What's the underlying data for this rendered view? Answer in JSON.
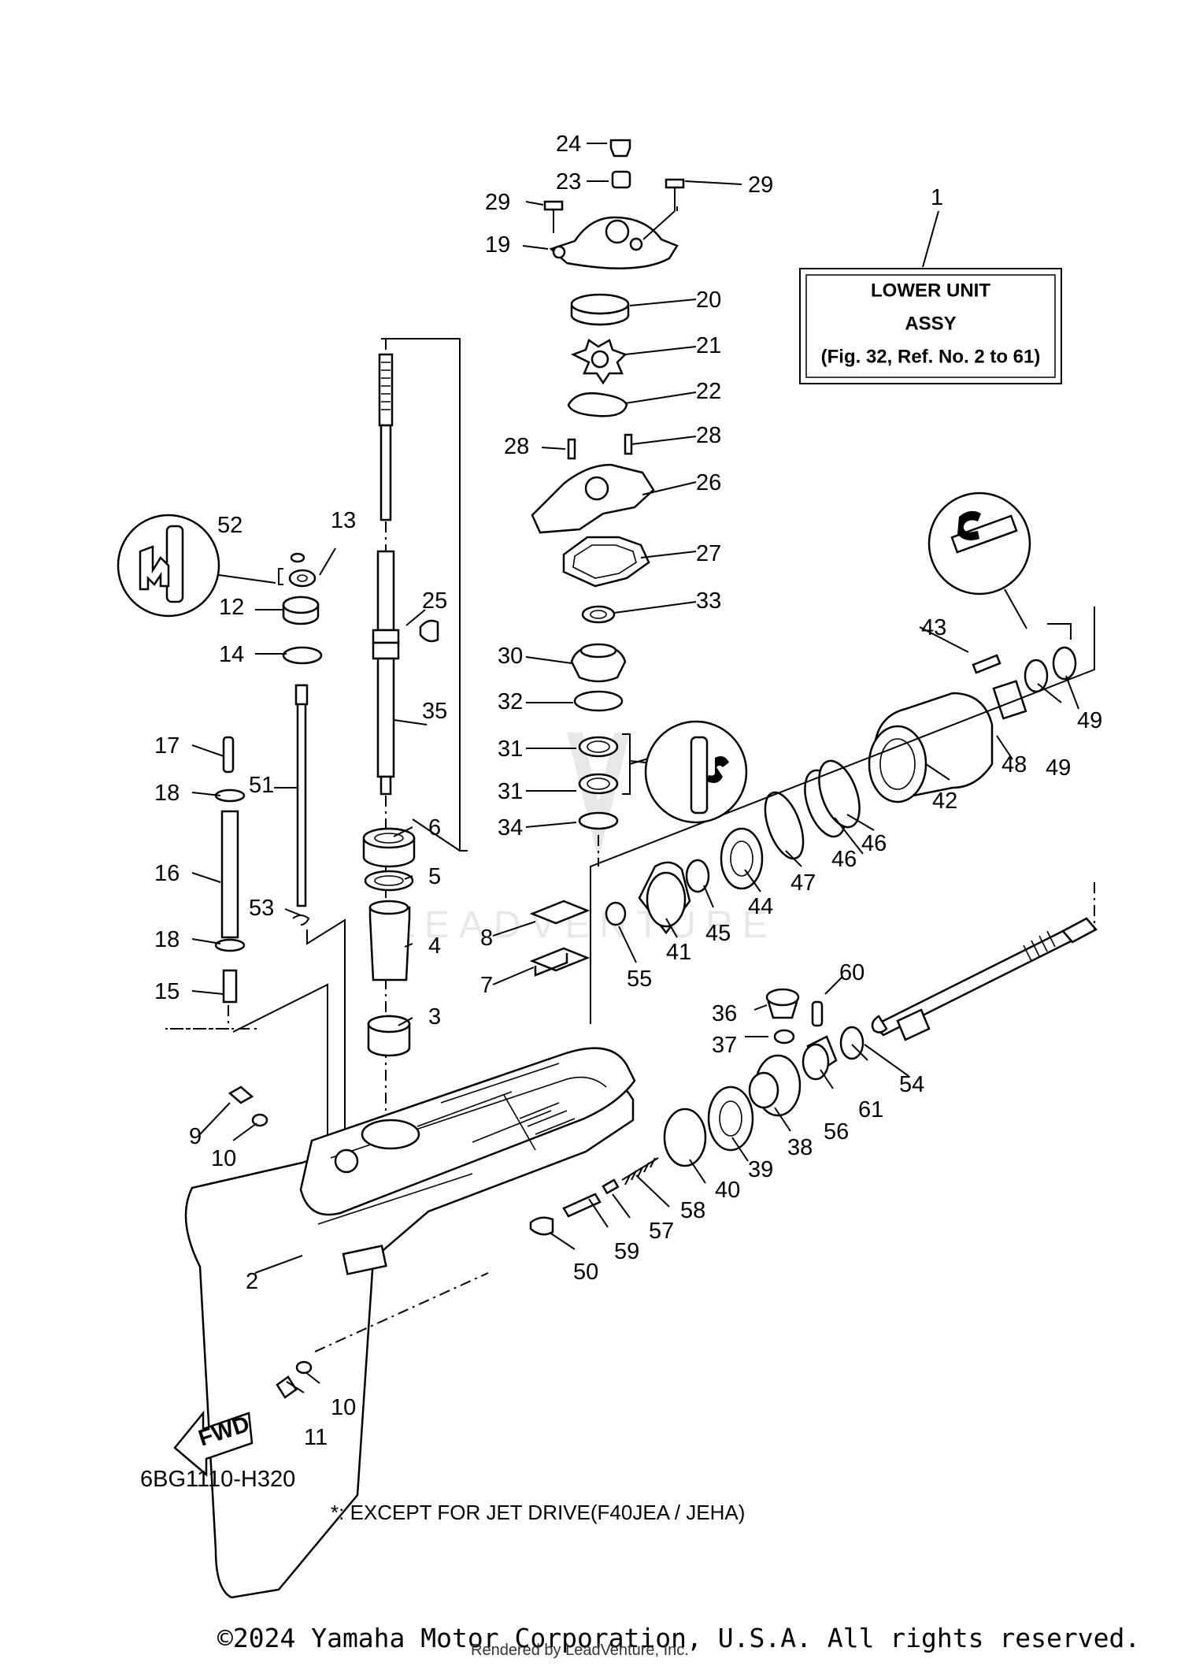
{
  "lower_unit_box": {
    "line1": "LOWER UNIT",
    "line2": "ASSY",
    "line3": "(Fig. 32, Ref. No. 2 to 61)"
  },
  "callout_numbers": [
    "1",
    "2",
    "3",
    "4",
    "5",
    "6",
    "7",
    "8",
    "9",
    "10",
    "10",
    "11",
    "12",
    "13",
    "14",
    "15",
    "16",
    "17",
    "18",
    "18",
    "19",
    "20",
    "21",
    "22",
    "23",
    "24",
    "25",
    "26",
    "27",
    "28",
    "28",
    "29",
    "29",
    "30",
    "31",
    "31",
    "32",
    "33",
    "34",
    "35",
    "36",
    "37",
    "38",
    "39",
    "40",
    "41",
    "42",
    "43",
    "44",
    "45",
    "46",
    "46",
    "47",
    "48",
    "49",
    "49",
    "50",
    "51",
    "52",
    "53",
    "54",
    "55",
    "56",
    "57",
    "58",
    "59",
    "60",
    "61"
  ],
  "fwd_label": "FWD",
  "diagram_code": "6BG1110-H320",
  "footnote": "*: EXCEPT FOR JET DRIVE(F40JEA / JEHA)",
  "copyright": "©2024 Yamaha Motor Corporation, U.S.A. All rights reserved.",
  "rendered_by": "Rendered by LeadVenture, Inc.",
  "watermark": "LEADVENTURE",
  "colors": {
    "ink": "#000000",
    "background": "#ffffff",
    "watermark": "#d8d8d8"
  }
}
